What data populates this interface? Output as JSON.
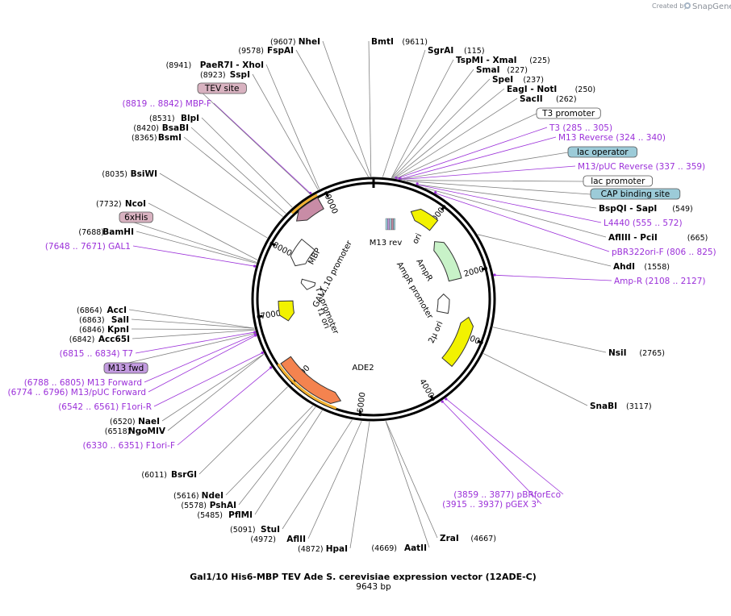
{
  "credit": {
    "prefix": "Created by",
    "brand": "SnapGene"
  },
  "title": "Gal1/10 His6-MBP TEV Ade S. cerevisiae expression vector (12ADE-C)",
  "subtitle": "9643 bp",
  "total_bp": 9643,
  "ticks": [
    "1000",
    "2000",
    "3000",
    "4000",
    "5000",
    "6000",
    "7000",
    "8000",
    "9000"
  ],
  "enzymes": [
    {
      "name": "NheI",
      "pos": "(9607)"
    },
    {
      "name": "BmtI",
      "pos": "(9611)"
    },
    {
      "name": "FspAI",
      "pos": "(9578)"
    },
    {
      "name": "SgrAI",
      "pos": "(115)"
    },
    {
      "name": "TspMI - XmaI",
      "pos": "(225)"
    },
    {
      "name": "SmaI",
      "pos": "(227)"
    },
    {
      "name": "SpeI",
      "pos": "(237)"
    },
    {
      "name": "EagI - NotI",
      "pos": "(250)"
    },
    {
      "name": "SacII",
      "pos": "(262)"
    },
    {
      "name": "PaeR7I - XhoI",
      "pos": "(8941)"
    },
    {
      "name": "SspI",
      "pos": "(8923)"
    },
    {
      "name": "BlpI",
      "pos": "(8531)"
    },
    {
      "name": "BsaBI",
      "pos": "(8420)"
    },
    {
      "name": "BsmI",
      "pos": "(8365)"
    },
    {
      "name": "BsiWI",
      "pos": "(8035)"
    },
    {
      "name": "NcoI",
      "pos": "(7732)"
    },
    {
      "name": "BamHI",
      "pos": "(7688)"
    },
    {
      "name": "BspQI - SapI",
      "pos": "(549)"
    },
    {
      "name": "AflIII - PciI",
      "pos": "(665)"
    },
    {
      "name": "AhdI",
      "pos": "(1558)"
    },
    {
      "name": "AccI",
      "pos": "(6864)"
    },
    {
      "name": "SalI",
      "pos": "(6863)"
    },
    {
      "name": "KpnI",
      "pos": "(6846)"
    },
    {
      "name": "Acc65I",
      "pos": "(6842)"
    },
    {
      "name": "NsiI",
      "pos": "(2765)"
    },
    {
      "name": "SnaBI",
      "pos": "(3117)"
    },
    {
      "name": "NaeI",
      "pos": "(6520)"
    },
    {
      "name": "NgoMIV",
      "pos": "(6518)"
    },
    {
      "name": "BsrGI",
      "pos": "(6011)"
    },
    {
      "name": "NdeI",
      "pos": "(5616)"
    },
    {
      "name": "PshAI",
      "pos": "(5578)"
    },
    {
      "name": "PflMI",
      "pos": "(5485)"
    },
    {
      "name": "StuI",
      "pos": "(5091)"
    },
    {
      "name": "AflII",
      "pos": "(4972)"
    },
    {
      "name": "HpaI",
      "pos": "(4872)"
    },
    {
      "name": "ZraI",
      "pos": "(4667)"
    },
    {
      "name": "AatII",
      "pos": "(4669)"
    }
  ],
  "primers": [
    {
      "name": "MBP-F",
      "pos": "(8819 .. 8842)"
    },
    {
      "name": "T3",
      "pos": "(285 .. 305)"
    },
    {
      "name": "M13 Reverse",
      "pos": "(324 .. 340)"
    },
    {
      "name": "M13/pUC Reverse",
      "pos": "(337 .. 359)"
    },
    {
      "name": "L4440",
      "pos": "(555 .. 572)"
    },
    {
      "name": "pBR322ori-F",
      "pos": "(806 .. 825)"
    },
    {
      "name": "GAL1",
      "pos": "(7648 .. 7671)"
    },
    {
      "name": "Amp-R",
      "pos": "(2108 .. 2127)"
    },
    {
      "name": "T7",
      "pos": "(6815 .. 6834)"
    },
    {
      "name": "M13 Forward",
      "pos": "(6788 .. 6805)"
    },
    {
      "name": "M13/pUC Forward",
      "pos": "(6774 .. 6796)"
    },
    {
      "name": "F1ori-R",
      "pos": "(6542 .. 6561)"
    },
    {
      "name": "F1ori-F",
      "pos": "(6330 .. 6351)"
    },
    {
      "name": "pBRforEco",
      "pos": "(3859 .. 3877)"
    },
    {
      "name": "pGEX 3'",
      "pos": "(3915 .. 3937)"
    }
  ],
  "boxed": [
    {
      "name": "TEV site",
      "color": "#d8b2c0"
    },
    {
      "name": "T3 promoter",
      "color": "#ffffff"
    },
    {
      "name": "lac operator",
      "color": "#9ccbd8"
    },
    {
      "name": "lac promoter",
      "color": "#ffffff"
    },
    {
      "name": "CAP binding site",
      "color": "#9ccbd8"
    },
    {
      "name": "6xHis",
      "color": "#d8b2c0"
    },
    {
      "name": "M13 fwd",
      "color": "#c39be0"
    }
  ],
  "features": [
    {
      "name": "MBP",
      "color": "#c88ca6"
    },
    {
      "name": "GAL1,10 promoter",
      "color": "#ffffff"
    },
    {
      "name": "T7 promoter",
      "color": "#ffffff"
    },
    {
      "name": "f1 ori",
      "color": "#f2f200"
    },
    {
      "name": "ADE2",
      "color": "#f4834f"
    },
    {
      "name": "ori",
      "color": "#f2f200"
    },
    {
      "name": "2μ ori",
      "color": "#f2f200"
    },
    {
      "name": "AmpR",
      "color": "#c8f2c8"
    },
    {
      "name": "AmpR promoter",
      "color": "#ffffff"
    },
    {
      "name": "M13 rev",
      "color": "#9bcbd8"
    }
  ],
  "colors": {
    "primer": "#9b30d9",
    "ring": "#000000",
    "line": "#808080",
    "orf_bar": "#f0b030"
  }
}
